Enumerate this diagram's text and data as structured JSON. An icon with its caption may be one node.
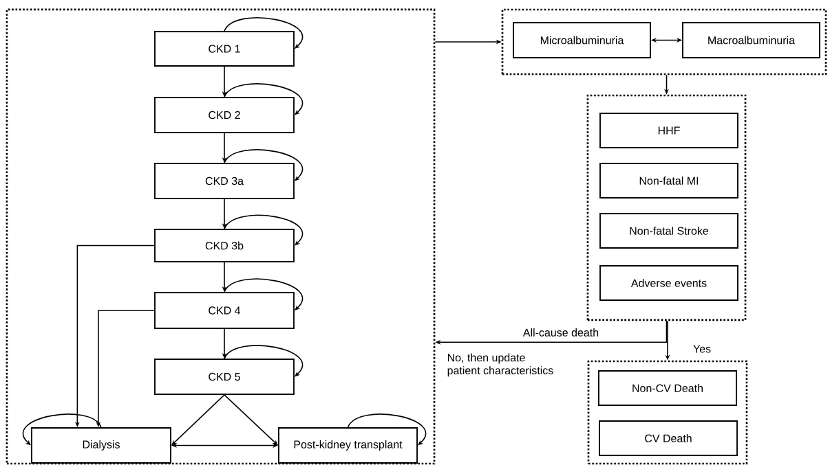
{
  "diagram": {
    "nodes": [
      {
        "text": [],
        "shape": "box"
      },
      {
        "text": [
          "CKD 1"
        ],
        "in": 0
      },
      {
        "text": [
          "CKD 2"
        ],
        "in": 0
      },
      {
        "text": [
          "CKD 3a"
        ],
        "in": 0
      },
      {
        "text": [
          "CKD 3b"
        ],
        "in": 0
      },
      {
        "text": [
          "CKD 4"
        ],
        "in": 0
      },
      {
        "text": [
          "CKD 5"
        ],
        "in": 0
      },
      {
        "text": [
          "Dialysis"
        ],
        "in": 0
      },
      {
        "text": [
          "Post-kidney transplant"
        ],
        "in": 0
      },
      {
        "text": [],
        "shape": "box"
      },
      {
        "text": [
          "Microalbuminuria"
        ],
        "in": 9
      },
      {
        "text": [
          "Macroalbuminuria"
        ],
        "in": 9
      },
      {
        "text": [],
        "shape": "box"
      },
      {
        "text": [
          "HHF"
        ],
        "in": 12
      },
      {
        "text": [
          "Non-fatal MI"
        ],
        "in": 12
      },
      {
        "text": [
          "Non-fatal Stroke"
        ],
        "in": 12
      },
      {
        "text": [
          "Adverse events"
        ],
        "in": 12
      },
      {
        "text": [],
        "shape": "box"
      },
      {
        "text": [
          "Non-CV Death"
        ],
        "in": 17
      },
      {
        "text": [
          "CV Death"
        ],
        "in": 17
      }
    ],
    "edges": [
      {
        "from": 1,
        "to": 1,
        "arrow": "to"
      },
      {
        "from": 1,
        "to": 2,
        "arrow": "to"
      },
      {
        "from": 2,
        "to": 2,
        "arrow": "to"
      },
      {
        "from": 2,
        "to": 3,
        "arrow": "to"
      },
      {
        "from": 3,
        "to": 3,
        "arrow": "to"
      },
      {
        "from": 3,
        "to": 4,
        "arrow": "to"
      },
      {
        "from": 4,
        "to": 4,
        "arrow": "to"
      },
      {
        "from": 4,
        "to": 5,
        "arrow": "to"
      },
      {
        "from": 4,
        "to": 7,
        "arrow": "to"
      },
      {
        "from": 5,
        "to": 5,
        "arrow": "to"
      },
      {
        "from": 5,
        "to": 6,
        "arrow": "to"
      },
      {
        "from": 5,
        "to": 7,
        "arrow": "to"
      },
      {
        "from": 6,
        "to": 6,
        "arrow": "to"
      },
      {
        "from": 6,
        "to": 7,
        "arrow": "to"
      },
      {
        "from": 6,
        "to": 8,
        "arrow": "to"
      },
      {
        "from": 7,
        "to": 7,
        "arrow": "to"
      },
      {
        "from": 7,
        "to": 8,
        "arrow": "both"
      },
      {
        "from": 8,
        "to": 8,
        "arrow": "to"
      },
      {
        "from": 0,
        "to": 9,
        "arrow": "to"
      },
      {
        "from": 10,
        "to": 11,
        "arrow": "both"
      },
      {
        "from": 9,
        "to": 12,
        "arrow": "to"
      },
      {
        "from": 12,
        "to": 17,
        "arrow": "to",
        "label": "Yes"
      },
      {
        "from": 12,
        "to": 0,
        "arrow": "to",
        "label": "No, then update patient characteristics"
      }
    ],
    "labels": [
      "All-cause death"
    ]
  }
}
